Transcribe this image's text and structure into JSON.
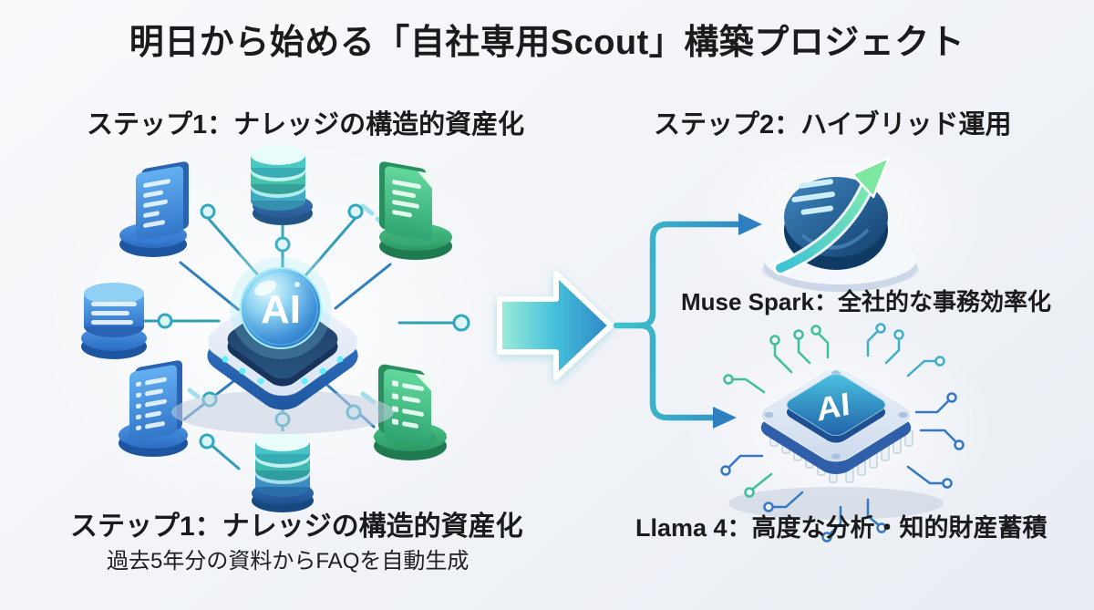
{
  "title": "明日から始める「自社専用Scout」構築プロジェクト",
  "step1": {
    "heading": "ステップ1：ナレッジの構造的資産化",
    "hub": {
      "ai_label": "AI"
    },
    "icons": [
      "document-blue",
      "database-teal",
      "document-green",
      "database-blue",
      "form-blue",
      "database-teal-bottom",
      "checklist-green"
    ]
  },
  "step2": {
    "heading": "ステップ2：ハイブリッド運用",
    "muse_spark_label": "Muse Spark：全社的な事務効率化",
    "llama_label": "Llama 4：高度な分析・知的財産蓄積",
    "icons": [
      "growth-arrow-disc",
      "ai-chip"
    ],
    "chip": {
      "ai_label": "AI"
    }
  },
  "step1_result": {
    "heading": "ステップ1：ナレッジの構造的資産化",
    "description": "過去5年分の資料からFAQを自動生成"
  },
  "colors": {
    "background": "#f2f4f7",
    "text": "#1b1b1d",
    "accent_teal": "#3fc0c8",
    "accent_blue": "#2e7fc0",
    "accent_green": "#3fae7a",
    "sphere_blue": "#2f7fd0"
  }
}
